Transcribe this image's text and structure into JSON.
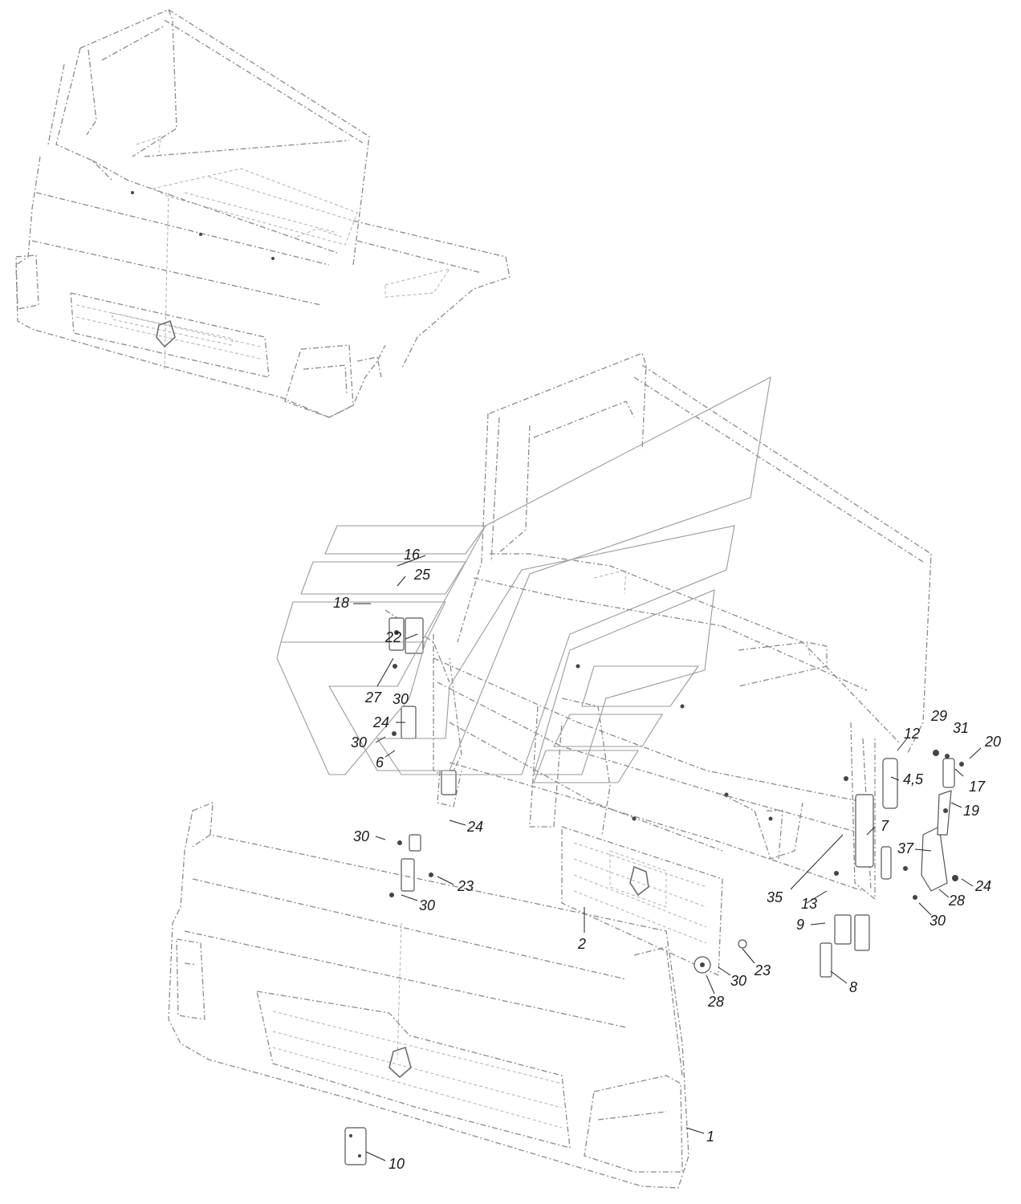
{
  "diagram": {
    "type": "exploded-parts-view",
    "callouts": [
      {
        "id": "c16",
        "label": "16"
      },
      {
        "id": "c25",
        "label": "25"
      },
      {
        "id": "c18",
        "label": "18"
      },
      {
        "id": "c22",
        "label": "22"
      },
      {
        "id": "c27",
        "label": "27"
      },
      {
        "id": "c30a",
        "label": "30"
      },
      {
        "id": "c24a",
        "label": "24"
      },
      {
        "id": "c30b",
        "label": "30"
      },
      {
        "id": "c6",
        "label": "6"
      },
      {
        "id": "c24b",
        "label": "24"
      },
      {
        "id": "c30c",
        "label": "30"
      },
      {
        "id": "c23a",
        "label": "23"
      },
      {
        "id": "c30d",
        "label": "30"
      },
      {
        "id": "c2",
        "label": "2"
      },
      {
        "id": "c29",
        "label": "29"
      },
      {
        "id": "c31",
        "label": "31"
      },
      {
        "id": "c20",
        "label": "20"
      },
      {
        "id": "c12",
        "label": "12"
      },
      {
        "id": "c17",
        "label": "17"
      },
      {
        "id": "c45",
        "label": "4,5"
      },
      {
        "id": "c19",
        "label": "19"
      },
      {
        "id": "c7",
        "label": "7"
      },
      {
        "id": "c37",
        "label": "37"
      },
      {
        "id": "c24c",
        "label": "24"
      },
      {
        "id": "c28a",
        "label": "28"
      },
      {
        "id": "c35",
        "label": "35"
      },
      {
        "id": "c13",
        "label": "13"
      },
      {
        "id": "c30e",
        "label": "30"
      },
      {
        "id": "c9",
        "label": "9"
      },
      {
        "id": "c23b",
        "label": "23"
      },
      {
        "id": "c30f",
        "label": "30"
      },
      {
        "id": "c28b",
        "label": "28"
      },
      {
        "id": "c8",
        "label": "8"
      },
      {
        "id": "c1",
        "label": "1"
      },
      {
        "id": "c10",
        "label": "10"
      }
    ]
  }
}
